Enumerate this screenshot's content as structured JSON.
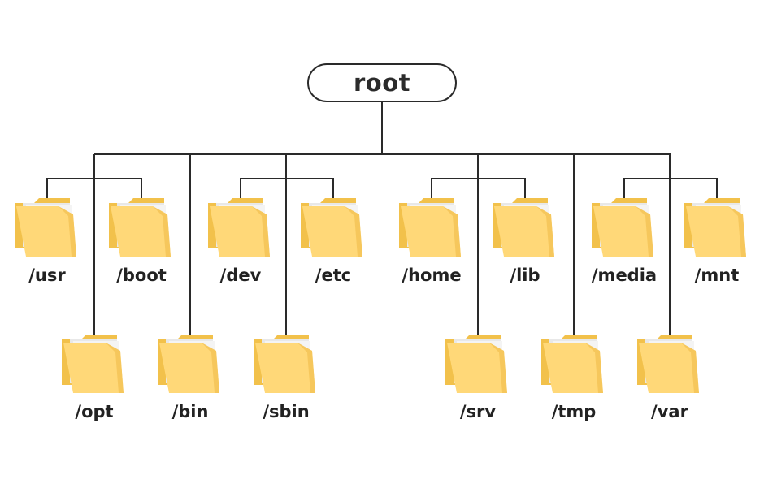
{
  "root": {
    "label": "root"
  },
  "colors": {
    "line": "#2a2a2a",
    "folder_back": "#f2c14b",
    "folder_front": "#ffd878",
    "paper": "#ececec"
  },
  "top_row": [
    {
      "label": "/usr"
    },
    {
      "label": "/boot"
    },
    {
      "label": "/dev"
    },
    {
      "label": "/etc"
    },
    {
      "label": "/home"
    },
    {
      "label": "/lib"
    },
    {
      "label": "/media"
    },
    {
      "label": "/mnt"
    }
  ],
  "bottom_row": [
    {
      "label": "/opt"
    },
    {
      "label": "/bin"
    },
    {
      "label": "/sbin"
    },
    {
      "label": "/srv"
    },
    {
      "label": "/tmp"
    },
    {
      "label": "/var"
    }
  ]
}
